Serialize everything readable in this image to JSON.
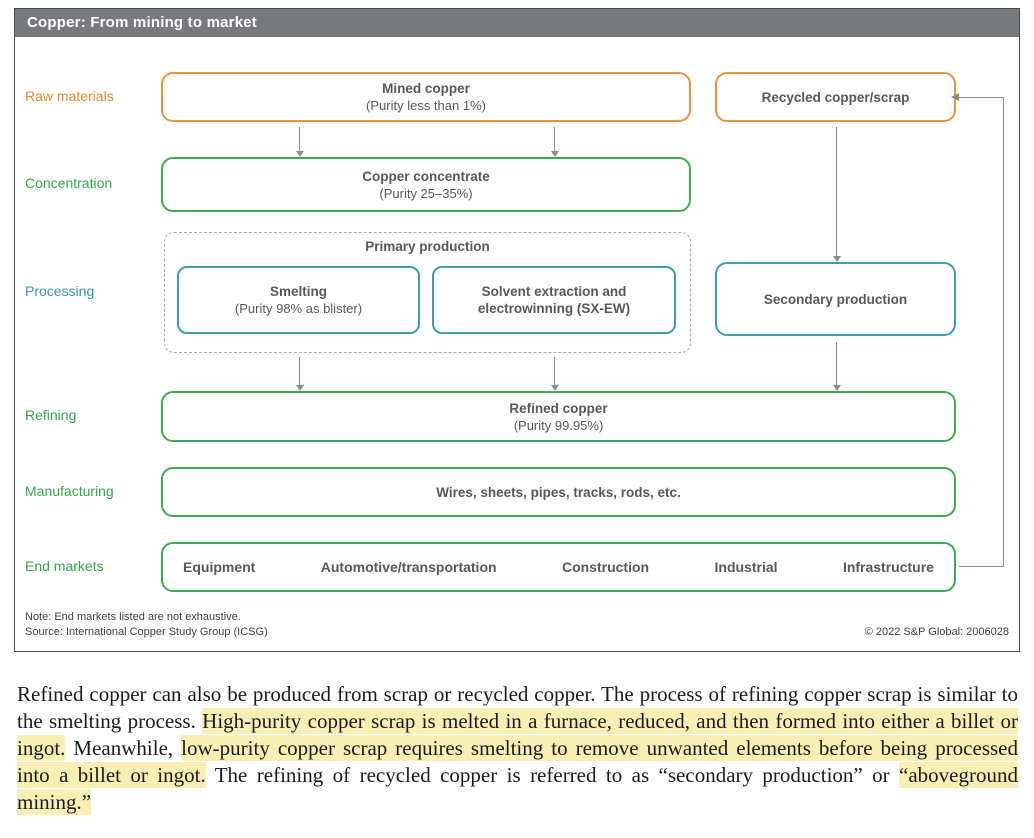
{
  "header": {
    "title": "Copper: From mining to market"
  },
  "colors": {
    "header_bar": "#797a7d",
    "orange": "#e8872d",
    "green": "#35a64e",
    "teal": "#3797a2",
    "box_text": "#57585a",
    "arrow_gray": "#8a8c8f",
    "highlight_yellow": "#f9efb4"
  },
  "diagram": {
    "row_labels": [
      {
        "label": "Raw materials",
        "color": "orange"
      },
      {
        "label": "Concentration",
        "color": "green"
      },
      {
        "label": "Processing",
        "color": "teal"
      },
      {
        "label": "Refining",
        "color": "green"
      },
      {
        "label": "Manufacturing",
        "color": "green"
      },
      {
        "label": "End markets",
        "color": "green"
      }
    ],
    "boxes": {
      "mined_copper": {
        "title": "Mined copper",
        "subtitle": "(Purity less than 1%)"
      },
      "recycled_scrap": {
        "title": "Recycled copper/scrap"
      },
      "copper_concentrate": {
        "title": "Copper concentrate",
        "subtitle": "(Purity 25–35%)"
      },
      "primary_production": {
        "title": "Primary production"
      },
      "smelting": {
        "title": "Smelting",
        "subtitle": "(Purity 98% as blister)"
      },
      "sx_ew": {
        "title": "Solvent extraction and electrowinning (SX-EW)"
      },
      "secondary_production": {
        "title": "Secondary production"
      },
      "refined_copper": {
        "title": "Refined copper",
        "subtitle": "(Purity 99.95%)"
      },
      "manufacturing": {
        "title": "Wires, sheets, pipes, tracks, rods, etc."
      },
      "end_markets": {
        "items": [
          "Equipment",
          "Automotive/transportation",
          "Construction",
          "Industrial",
          "Infrastructure"
        ]
      }
    },
    "note": "Note: End markets listed are not exhaustive.",
    "source": "Source: International Copper Study Group (ICSG)",
    "copyright": "© 2022 S&P Global: 2006028"
  },
  "paragraph": {
    "segments": [
      {
        "text": "Refined copper can also be produced from scrap or recycled copper. The process of refining copper scrap is similar to the smelting process. ",
        "highlight": false
      },
      {
        "text": "High-purity copper scrap is melted in a furnace, reduced, and then formed into either a billet or ingot.",
        "highlight": true
      },
      {
        "text": " Meanwhile, ",
        "highlight": false
      },
      {
        "text": "low-purity copper scrap requires smelting to remove unwanted elements before being processed into a billet or ingot.",
        "highlight": true
      },
      {
        "text": " The refining of recycled copper is referred to as “secondary production” or ",
        "highlight": false
      },
      {
        "text": "“aboveground mining.”",
        "highlight": true
      }
    ]
  }
}
